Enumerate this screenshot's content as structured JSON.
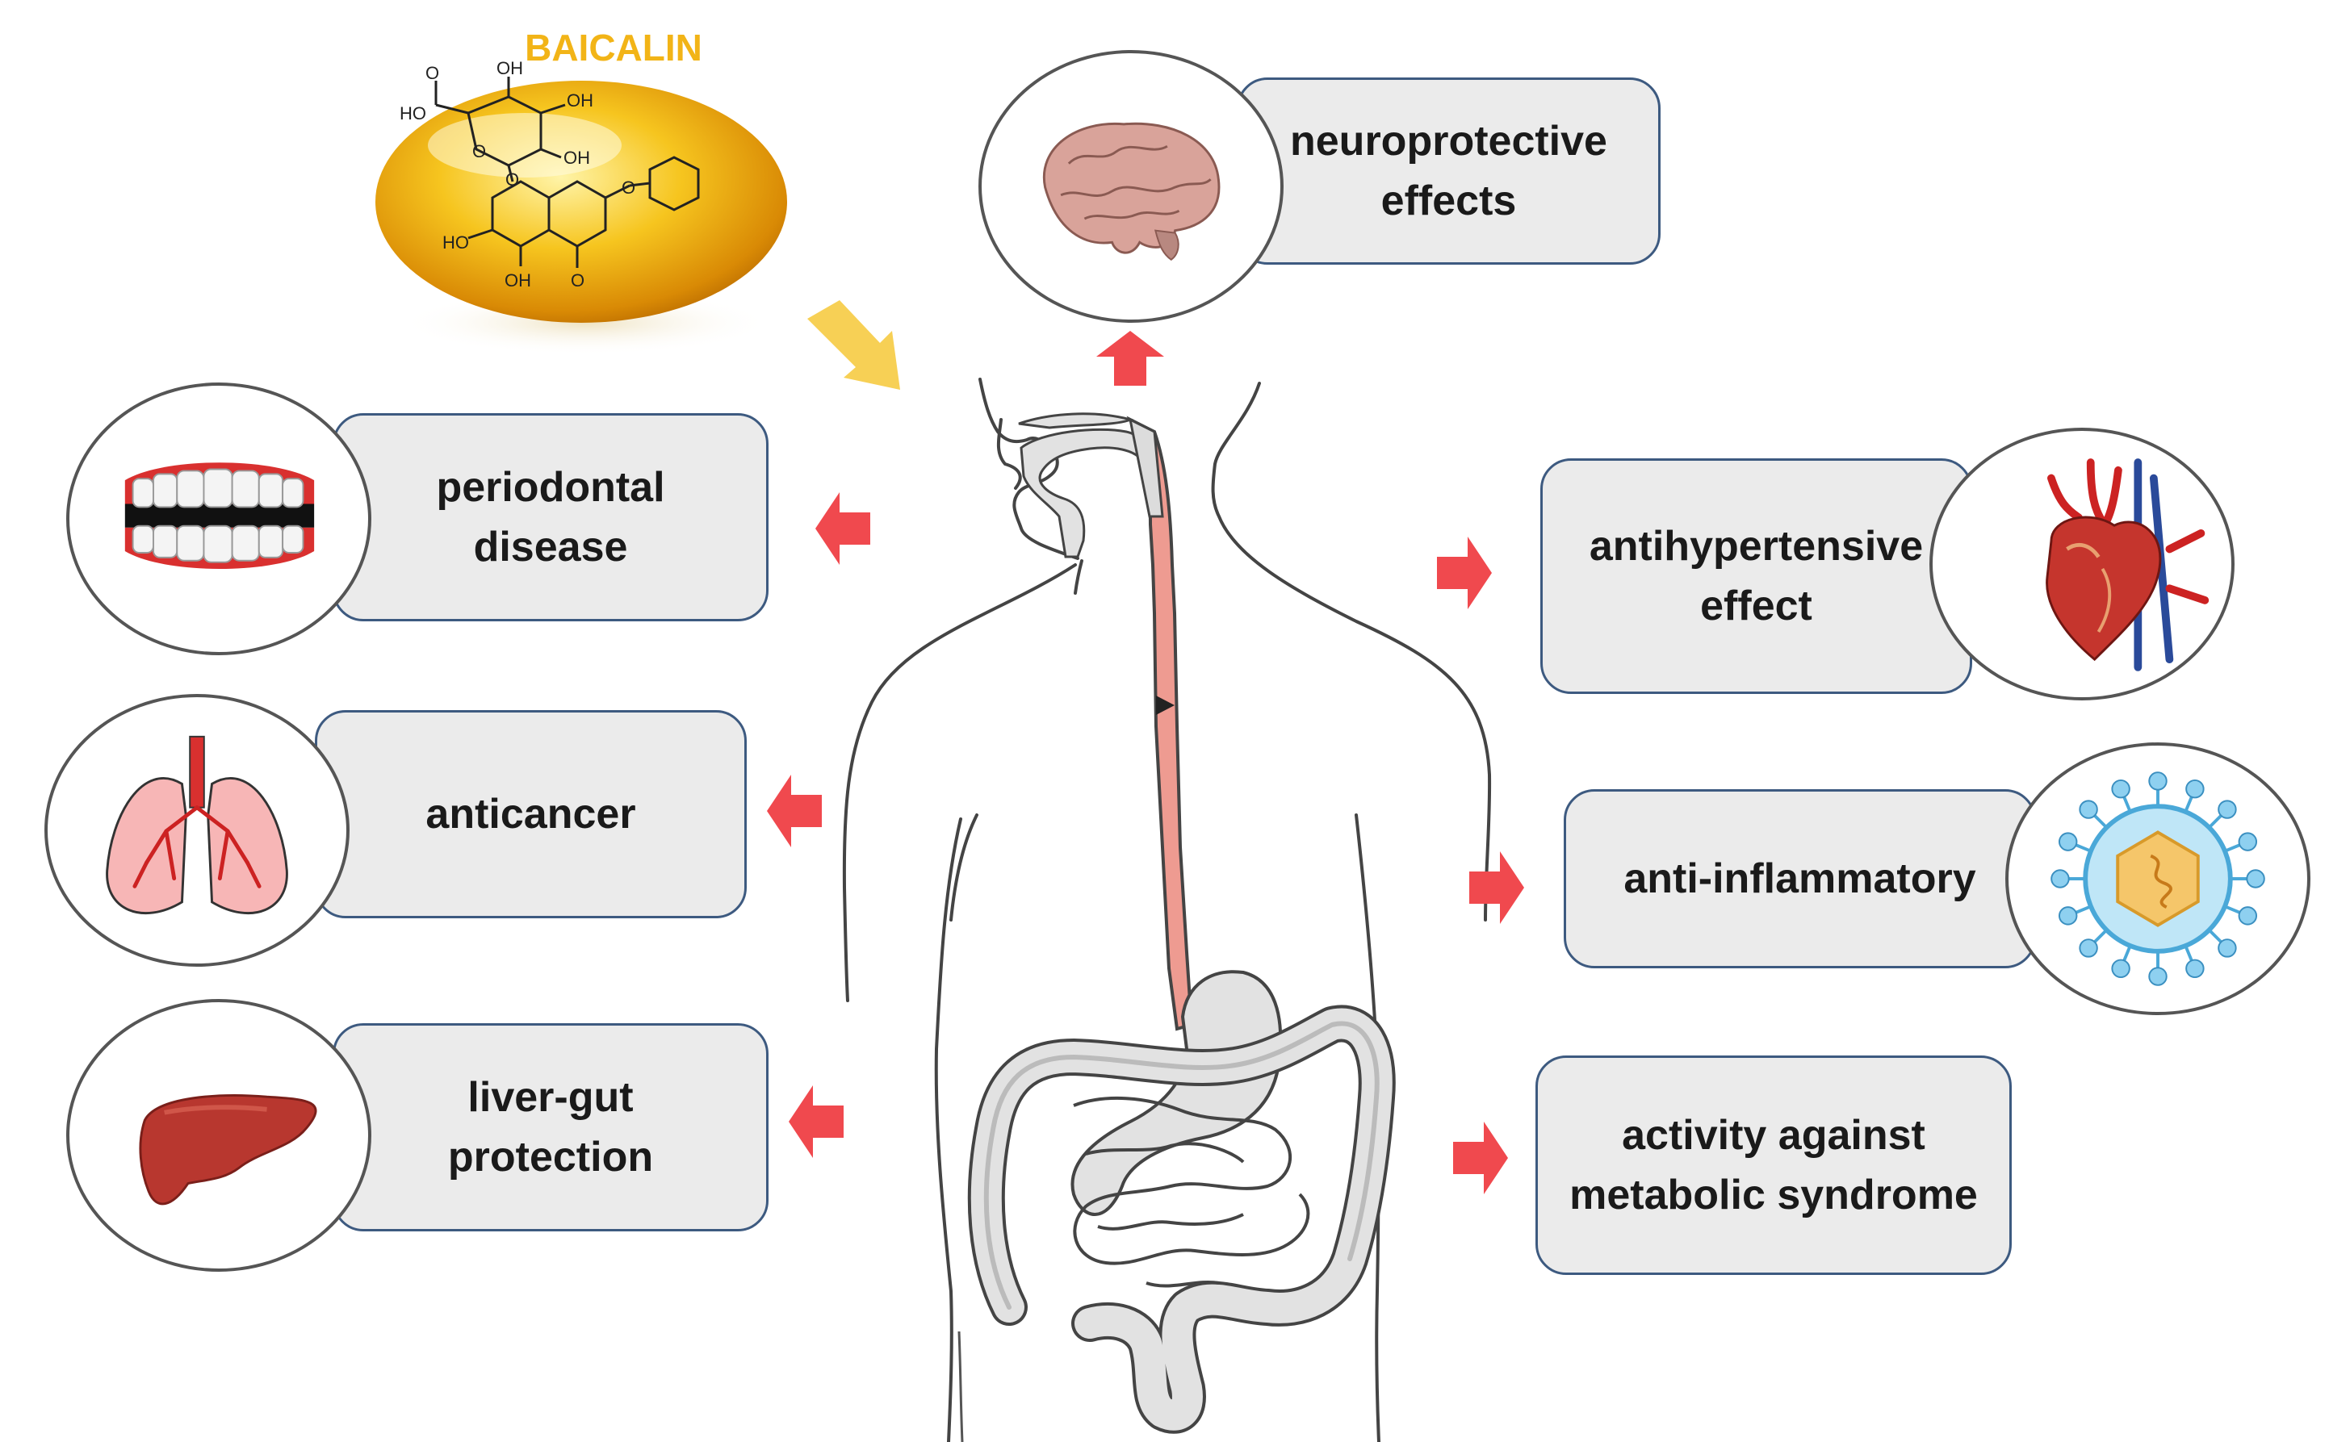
{
  "compound": {
    "name": "BAICALIN",
    "structure_labels": [
      "OH",
      "O",
      "HO",
      "OH",
      "OH",
      "O",
      "O",
      "O",
      "HO",
      "OH",
      "O"
    ]
  },
  "effects_left": [
    {
      "line1": "periodontal",
      "line2": "disease",
      "icon": "teeth-icon"
    },
    {
      "line1": "anticancer",
      "line2": "",
      "icon": "lungs-icon"
    },
    {
      "line1": "liver-gut",
      "line2": "protection",
      "icon": "liver-icon"
    }
  ],
  "effects_right": [
    {
      "line1": "neuroprotective",
      "line2": "effects",
      "icon": "brain-icon"
    },
    {
      "line1": "antihypertensive",
      "line2": "effect",
      "icon": "heart-icon"
    },
    {
      "line1": "anti-inflammatory",
      "line2": "",
      "icon": "cell-icon"
    },
    {
      "line1": "activity against",
      "line2": "metabolic syndrome",
      "icon": ""
    }
  ],
  "colors": {
    "arrow": "#f0494e",
    "intake_arrow": "#f7d055",
    "box_fill": "#ebebeb",
    "box_border": "#3d5a80",
    "capsule": "#f2b417",
    "esophagus": "#ee9b91"
  }
}
